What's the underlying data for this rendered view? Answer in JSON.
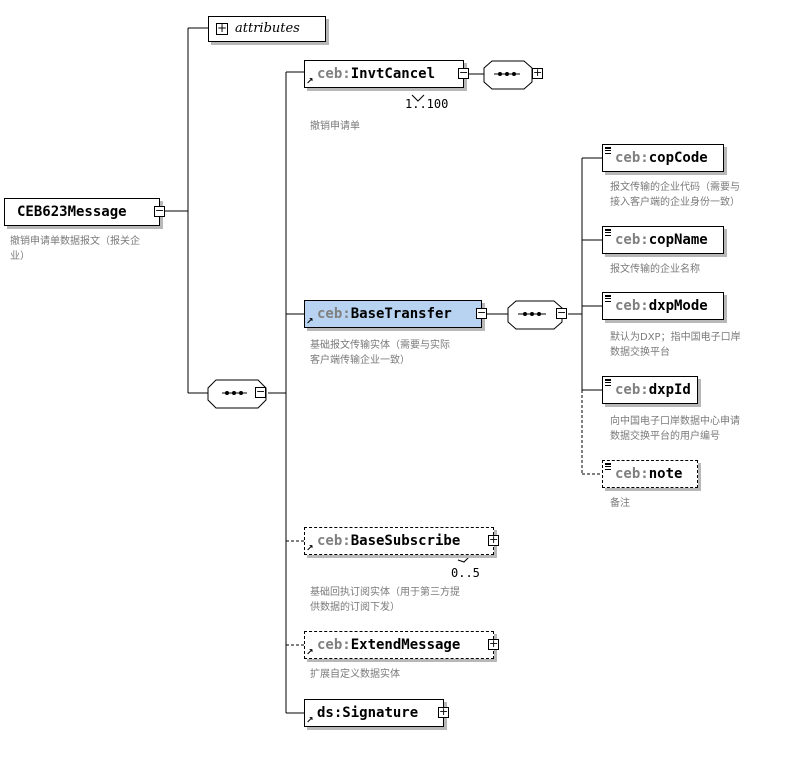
{
  "root": {
    "name": "CEB623Message",
    "doc": "撤销申请单数据报文（报关企\n业）",
    "toggle": "−"
  },
  "attributes": {
    "label": "attributes",
    "toggle": "+"
  },
  "root_sequence": {
    "toggle": "−"
  },
  "children": [
    {
      "prefix": "ceb:",
      "name": "InvtCancel",
      "toggle": "−",
      "occurs": "1..100",
      "doc": "撤销申请单"
    },
    {
      "prefix": "ceb:",
      "name": "BaseTransfer",
      "toggle": "−",
      "doc": "基础报文传输实体（需要与实际\n客户端传输企业一致）"
    },
    {
      "prefix": "ceb:",
      "name": "BaseSubscribe",
      "toggle": "+",
      "occurs": "0..5",
      "doc": "基础回执订阅实体（用于第三方提\n供数据的订阅下发）"
    },
    {
      "prefix": "ceb:",
      "name": "ExtendMessage",
      "toggle": "+",
      "doc": "扩展自定义数据实体"
    },
    {
      "prefix": "ds:",
      "name": "Signature",
      "toggle": "+",
      "doc": ""
    }
  ],
  "invt_sequence": {
    "toggle": "+"
  },
  "base_sequence": {
    "toggle": "−"
  },
  "base_fields": [
    {
      "prefix": "ceb:",
      "name": "copCode",
      "doc": "报文传输的企业代码（需要与\n接入客户端的企业身份一致）"
    },
    {
      "prefix": "ceb:",
      "name": "copName",
      "doc": "报文传输的企业名称"
    },
    {
      "prefix": "ceb:",
      "name": "dxpMode",
      "doc": "默认为DXP；指中国电子口岸\n数据交换平台"
    },
    {
      "prefix": "ceb:",
      "name": "dxpId",
      "doc": "向中国电子口岸数据中心申请\n数据交换平台的用户编号"
    },
    {
      "prefix": "ceb:",
      "name": "note",
      "doc": "备注"
    }
  ]
}
